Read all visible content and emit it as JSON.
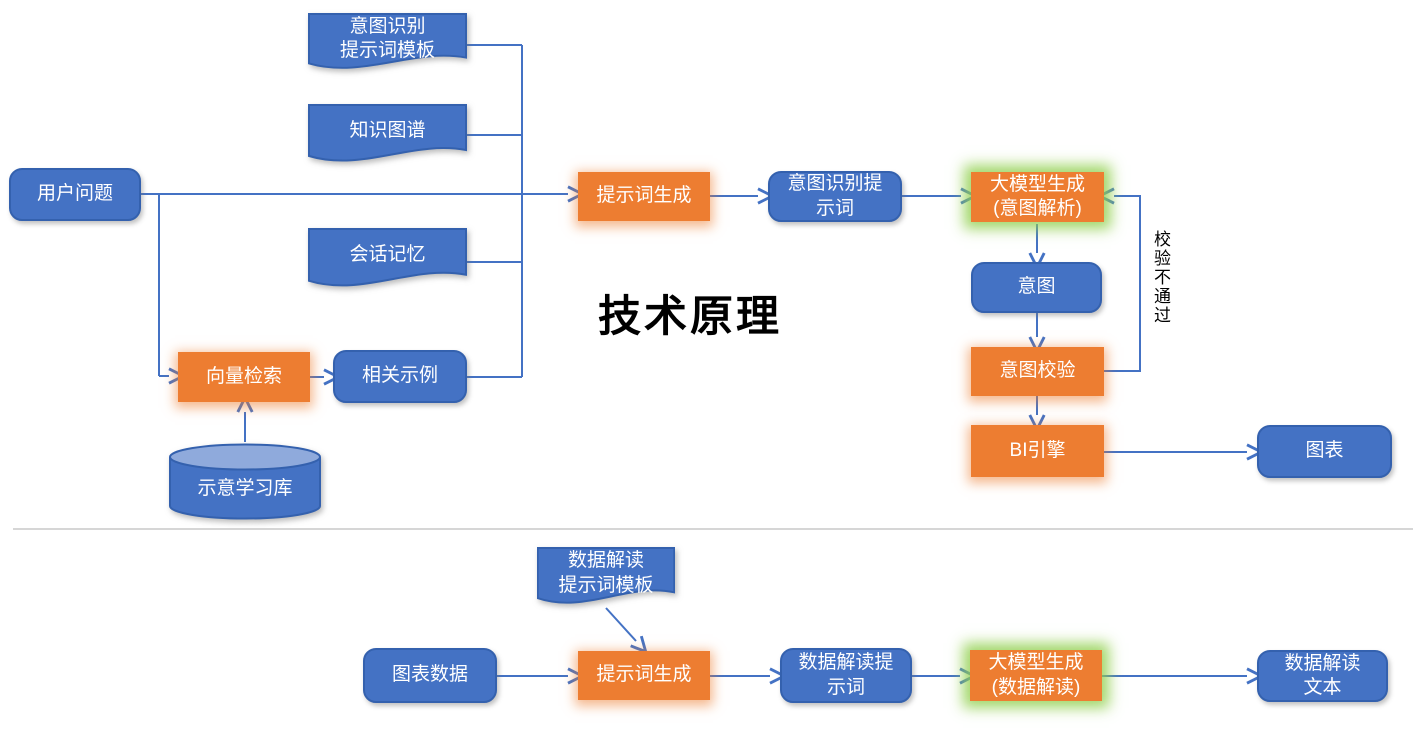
{
  "diagram_title": "技术原理",
  "annotations": {
    "validation_failed_label": "校验不通过"
  },
  "colors": {
    "node_blue_fill": "#4472C4",
    "node_blue_border": "#3461AE",
    "node_orange_fill": "#ED7D31",
    "green_glow": "#92D050",
    "orange_glow": "#ED7D31",
    "cylinder_top_fill": "#8FAADC",
    "connector_blue": "#4472C4",
    "divider_gray": "#D6D6D6",
    "label_white": "#FFFFFF",
    "title_black": "#000000"
  },
  "nodes": {
    "user_question": {
      "label": "用户问题",
      "shape": "rounded-rect",
      "color": "blue"
    },
    "intent_prompt_template": {
      "label": "意图识别\n提示词模板",
      "shape": "document",
      "color": "blue"
    },
    "knowledge_graph": {
      "label": "知识图谱",
      "shape": "document",
      "color": "blue"
    },
    "session_memory": {
      "label": "会话记忆",
      "shape": "document",
      "color": "blue"
    },
    "prompt_generation_top": {
      "label": "提示词生成",
      "shape": "process",
      "color": "orange"
    },
    "intent_recognition_prompt": {
      "label": "意图识别提\n示词",
      "shape": "rounded-rect",
      "color": "blue"
    },
    "llm_intent_parse": {
      "label": "大模型生成\n(意图解析)",
      "shape": "process",
      "color": "orange",
      "highlight": "green-glow"
    },
    "intent": {
      "label": "意图",
      "shape": "rounded-rect",
      "color": "blue"
    },
    "intent_validation": {
      "label": "意图校验",
      "shape": "process",
      "color": "orange"
    },
    "bi_engine": {
      "label": "BI引擎",
      "shape": "process",
      "color": "orange"
    },
    "chart": {
      "label": "图表",
      "shape": "rounded-rect",
      "color": "blue"
    },
    "vector_search": {
      "label": "向量检索",
      "shape": "process",
      "color": "orange"
    },
    "related_examples": {
      "label": "相关示例",
      "shape": "rounded-rect",
      "color": "blue"
    },
    "example_learning_db": {
      "label": "示意学习库",
      "shape": "cylinder",
      "color": "blue"
    },
    "chart_data": {
      "label": "图表数据",
      "shape": "rounded-rect",
      "color": "blue"
    },
    "data_prompt_template": {
      "label": "数据解读\n提示词模板",
      "shape": "document",
      "color": "blue"
    },
    "prompt_generation_bottom": {
      "label": "提示词生成",
      "shape": "process",
      "color": "orange"
    },
    "data_interpretation_prompt": {
      "label": "数据解读提\n示词",
      "shape": "rounded-rect",
      "color": "blue"
    },
    "llm_data_interpretation": {
      "label": "大模型生成\n(数据解读)",
      "shape": "process",
      "color": "orange",
      "highlight": "green-glow"
    },
    "data_interpretation_text": {
      "label": "数据解读\n文本",
      "shape": "rounded-rect",
      "color": "blue"
    }
  },
  "edges": [
    {
      "from": "user_question",
      "to": "prompt_generation_top"
    },
    {
      "from": "intent_prompt_template",
      "to": "prompt_generation_top"
    },
    {
      "from": "knowledge_graph",
      "to": "prompt_generation_top"
    },
    {
      "from": "session_memory",
      "to": "prompt_generation_top"
    },
    {
      "from": "related_examples",
      "to": "prompt_generation_top"
    },
    {
      "from": "user_question",
      "to": "vector_search"
    },
    {
      "from": "example_learning_db",
      "to": "vector_search"
    },
    {
      "from": "vector_search",
      "to": "related_examples"
    },
    {
      "from": "prompt_generation_top",
      "to": "intent_recognition_prompt"
    },
    {
      "from": "intent_recognition_prompt",
      "to": "llm_intent_parse"
    },
    {
      "from": "llm_intent_parse",
      "to": "intent"
    },
    {
      "from": "intent",
      "to": "intent_validation"
    },
    {
      "from": "intent_validation",
      "to": "bi_engine"
    },
    {
      "from": "intent_validation",
      "to": "llm_intent_parse",
      "label": "校验不通过"
    },
    {
      "from": "bi_engine",
      "to": "chart"
    },
    {
      "from": "data_prompt_template",
      "to": "prompt_generation_bottom"
    },
    {
      "from": "chart_data",
      "to": "prompt_generation_bottom"
    },
    {
      "from": "prompt_generation_bottom",
      "to": "data_interpretation_prompt"
    },
    {
      "from": "data_interpretation_prompt",
      "to": "llm_data_interpretation"
    },
    {
      "from": "llm_data_interpretation",
      "to": "data_interpretation_text"
    }
  ]
}
